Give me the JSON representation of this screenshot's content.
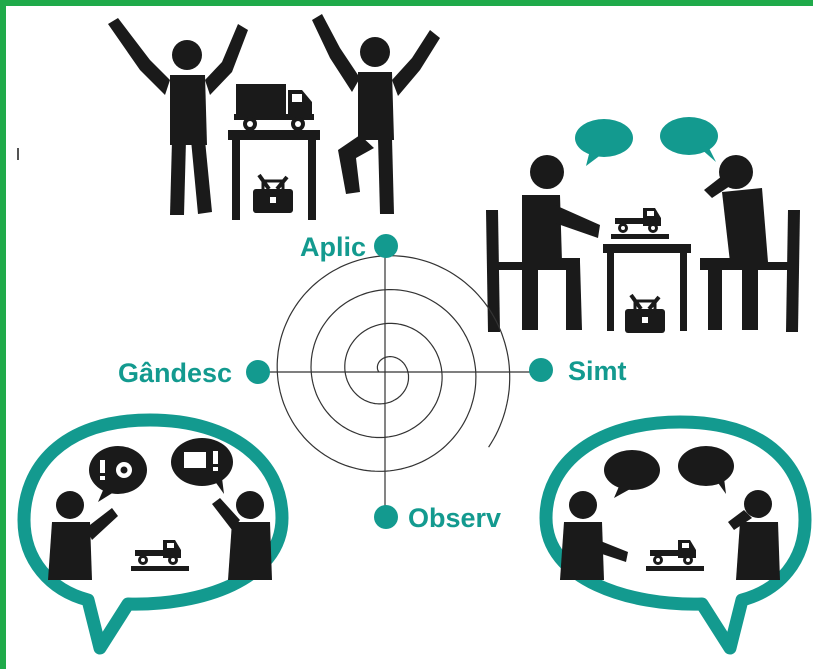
{
  "colors": {
    "border": "#1faa4a",
    "teal": "#139a8f",
    "figure": "#1a1a1a",
    "spiral": "#333333"
  },
  "stages": {
    "top": "Aplic",
    "right": "Simt",
    "bottom": "Observ",
    "left": "Gândesc"
  },
  "icons": {
    "top_left": "celebrating-people-icon",
    "top_right": "talking-people-icon",
    "bottom_left": "thinking-bubble-icon",
    "bottom_right": "conversation-bubble-icon"
  }
}
